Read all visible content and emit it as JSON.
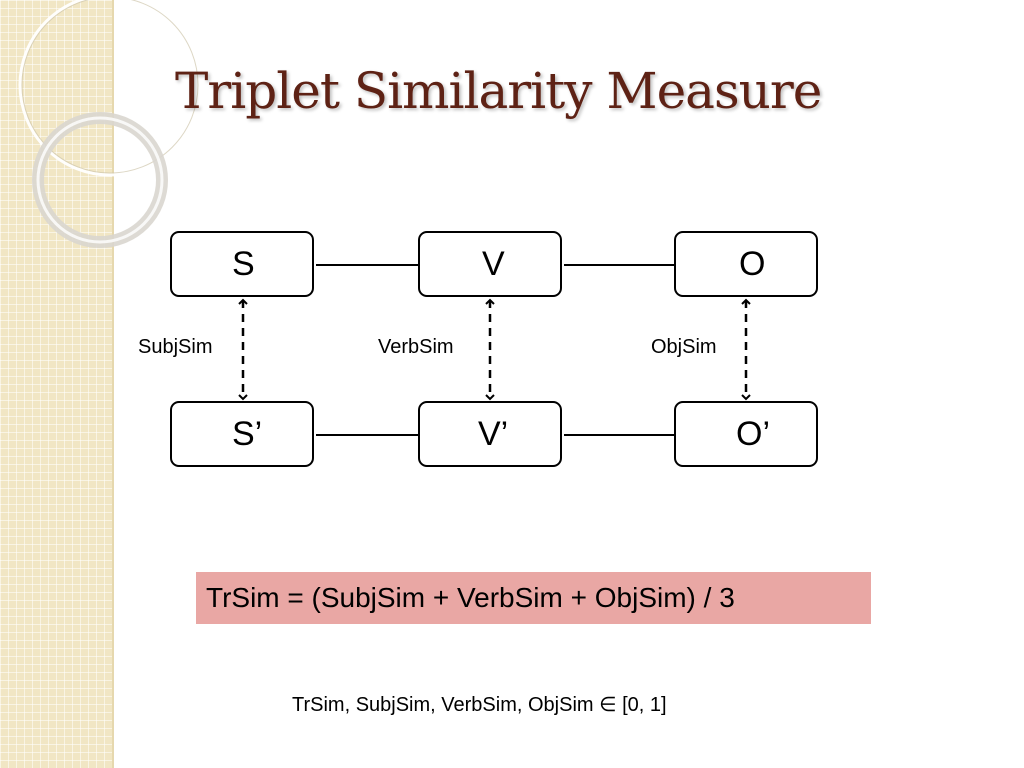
{
  "slide": {
    "title": "Triplet Similarity Measure"
  },
  "diagram": {
    "top_row": [
      "S",
      "V",
      "O"
    ],
    "bottom_row": [
      "S’",
      "V’",
      "O’"
    ],
    "links": [
      "SubjSim",
      "VerbSim",
      "ObjSim"
    ]
  },
  "formula": "TrSim = (SubjSim + VerbSim + ObjSim) / 3",
  "range_note": "TrSim, SubjSim, VerbSim, ObjSim ∈ [0, 1]",
  "colors": {
    "title": "#5e2215",
    "formula_box": "#e9a7a4",
    "side_panel": "#f1e6c4"
  }
}
